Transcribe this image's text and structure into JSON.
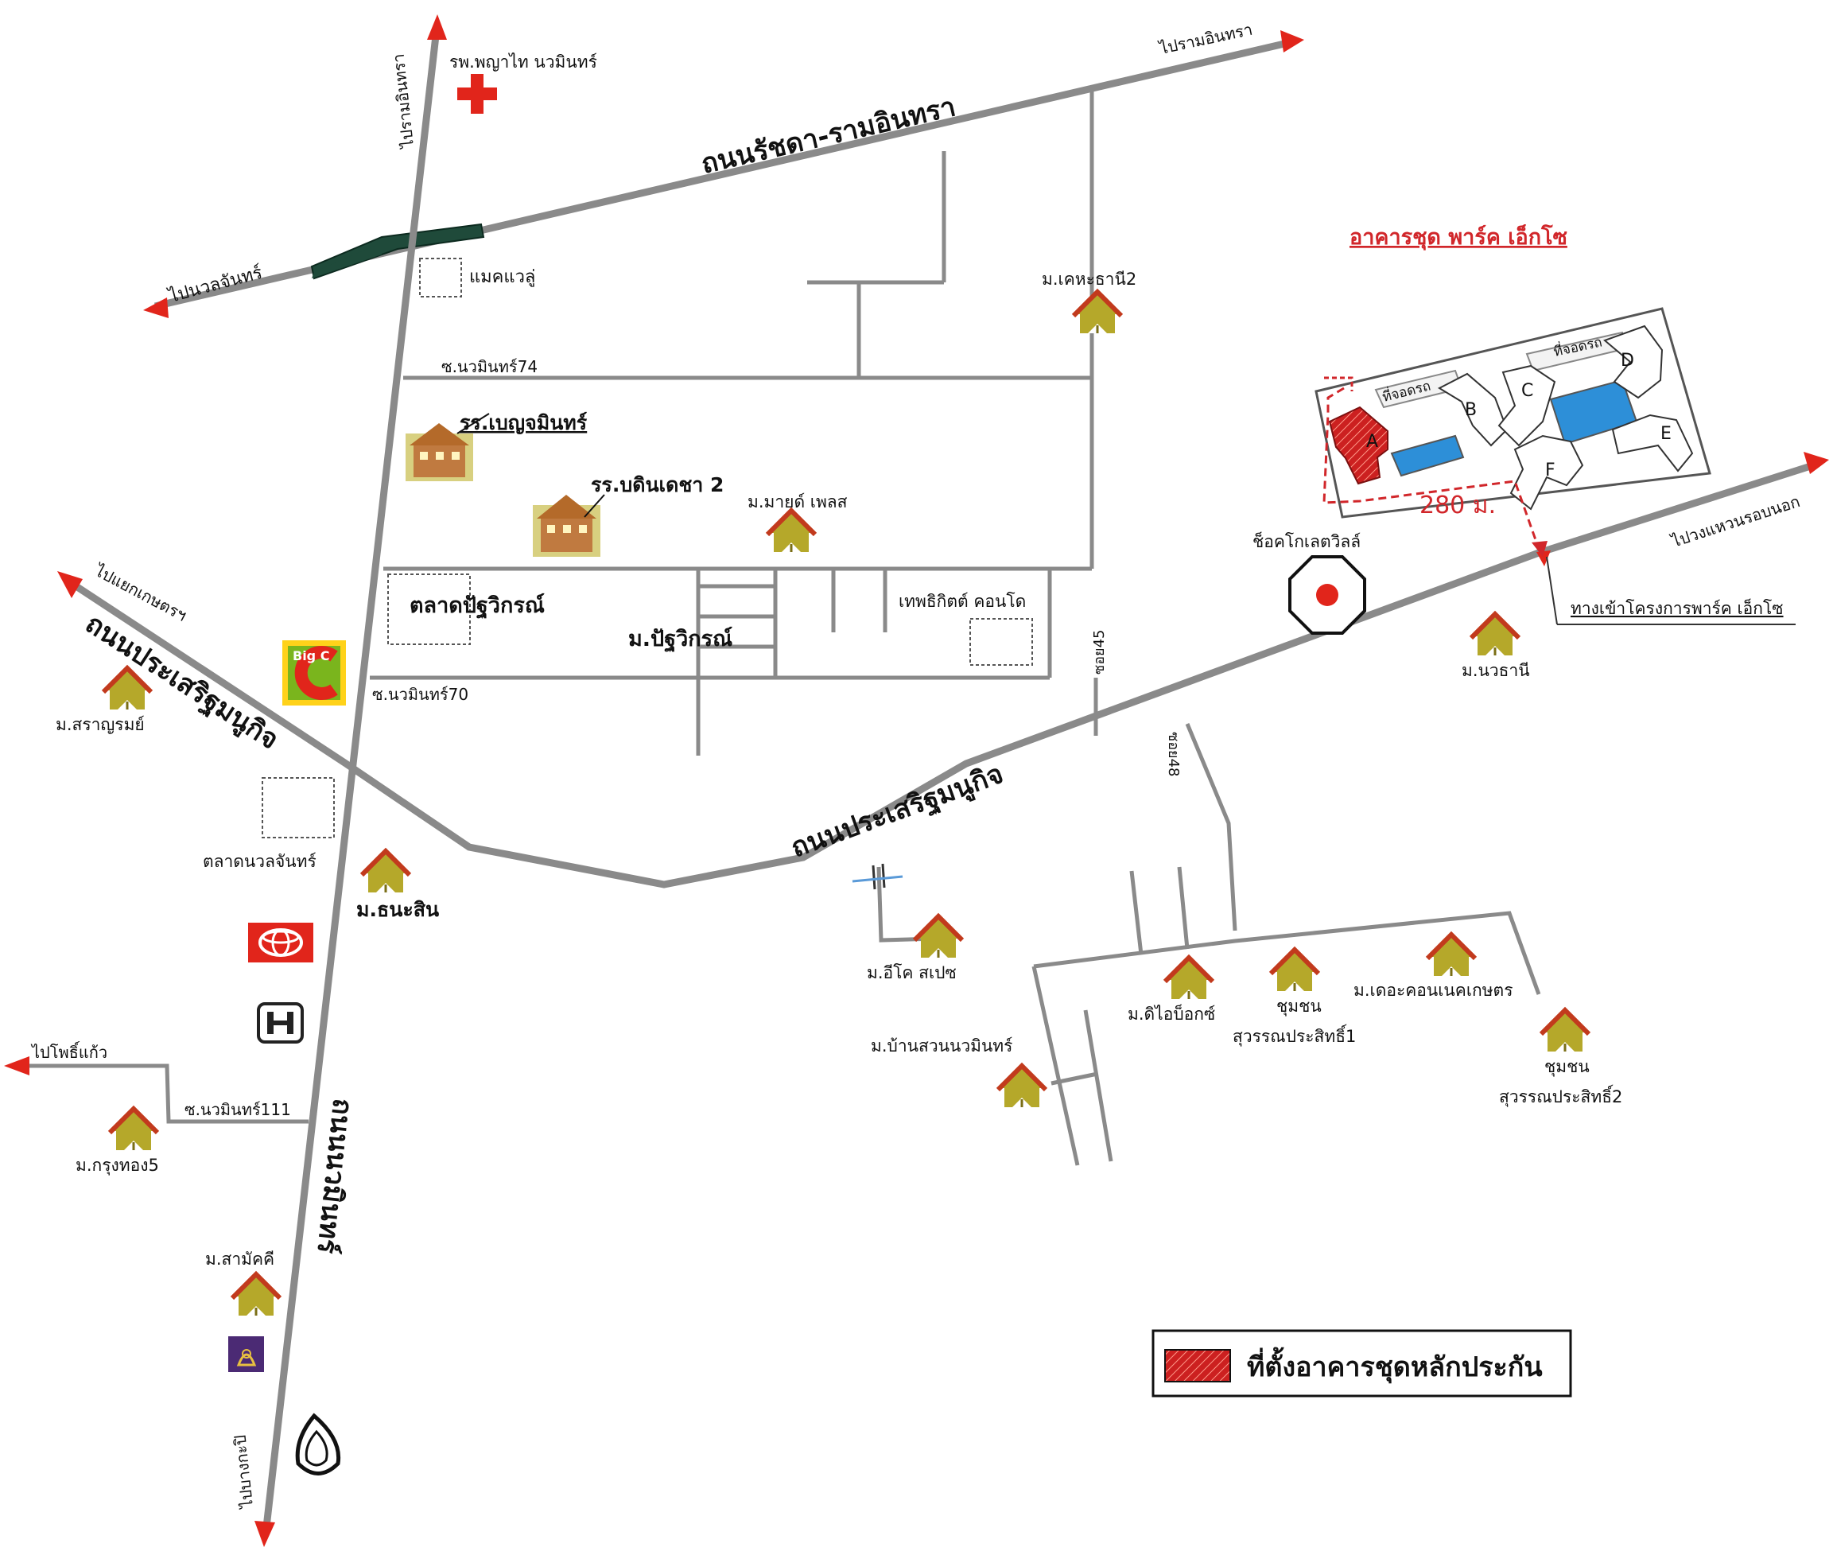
{
  "colors": {
    "road": "#8a8a8a",
    "arrow": "#e1251b",
    "house_roof": "#c23a1d",
    "house_body": "#b5a82a",
    "overpass": "#1f4a3a",
    "pool": "#2d8fd8",
    "site_red": "#cc2020",
    "project_title": "#d1262a"
  },
  "roads": {
    "ratchada_ramintra": "ถนนรัชดา-รามอินทรา",
    "prasert_manukit_west": "ถนนประเสริฐมนูกิจ",
    "prasert_manukit_east": "ถนนประเสริฐมนูกิจ",
    "nawamin": "ถนนนวมินทร์"
  },
  "directions": {
    "to_ramintra_north": "ไปรามอินทรา",
    "to_ramintra_east": "ไปรามอินทรา",
    "to_nualchan": "ไปนวลจันทร์",
    "to_kaset": "ไปแยกเกษตรฯ",
    "to_ring_road": "ไปวงแหวนรอบนอก",
    "to_phosikaeo": "ไปโพธิ์แก้ว",
    "to_bangkapi": "ไปบางกะปิ"
  },
  "sois": {
    "nawamin74": "ซ.นวมินทร์74",
    "nawamin70": "ซ.นวมินทร์70",
    "nawamin111": "ซ.นวมินทร์111",
    "soi45": "ซอย45",
    "soi48": "ซอย48"
  },
  "places": {
    "hospital": "รพ.พญาไท นวมินทร์",
    "makro": "แมคแวลู่",
    "school_benjamin": "รร.เบญจมินทร์",
    "school_bodindecha": "รร.บดินเดชา 2",
    "market_pattanikorn": "ตลาดปัฐวิกรณ์",
    "market_nualchan": "ตลาดนวลจันทร์",
    "tepbhirom": "เทพธิกิตต์ คอนโด",
    "chocolate_ville": "ช็อคโกเลตวิลล์",
    "project_entrance": "ทางเข้าโครงการพาร์ค เอ็กโซ",
    "big_c": "Big C"
  },
  "villages": {
    "kehathani2": "ม.เคหะธานี2",
    "mind_place": "ม.มายด์ เพลส",
    "pattanikorn": "ม.ปัฐวิกรณ์",
    "saranrom": "ม.สราญรมย์",
    "thanasin": "ม.ธนะสิน",
    "navathani": "ม.นวธานี",
    "eco_space": "ม.อีโค สเปซ",
    "baan_suan": "ม.บ้านสวนนวมินทร์",
    "dibox": "ม.ดิไอบ็อกซ์",
    "suwanprasit1_a": "ชุมชน",
    "suwanprasit1_b": "สุวรรณประสิทธิ์1",
    "connect": "ม.เดอะคอนเนคเกษตร",
    "suwanprasit2_a": "ชุมชน",
    "suwanprasit2_b": "สุวรรณประสิทธิ์2",
    "krungthong5": "ม.กรุงทอง5",
    "samakkhi": "ม.สามัคคี"
  },
  "project": {
    "title": "อาคารชุด พาร์ค เอ็กโซ",
    "parking1": "ที่จอดรถ",
    "parking2": "ที่จอดรถ",
    "distance": "280 ม.",
    "buildings": [
      "A",
      "B",
      "C",
      "D",
      "E",
      "F"
    ]
  },
  "legend": {
    "label": "ที่ตั้งอาคารชุดหลักประกัน"
  }
}
